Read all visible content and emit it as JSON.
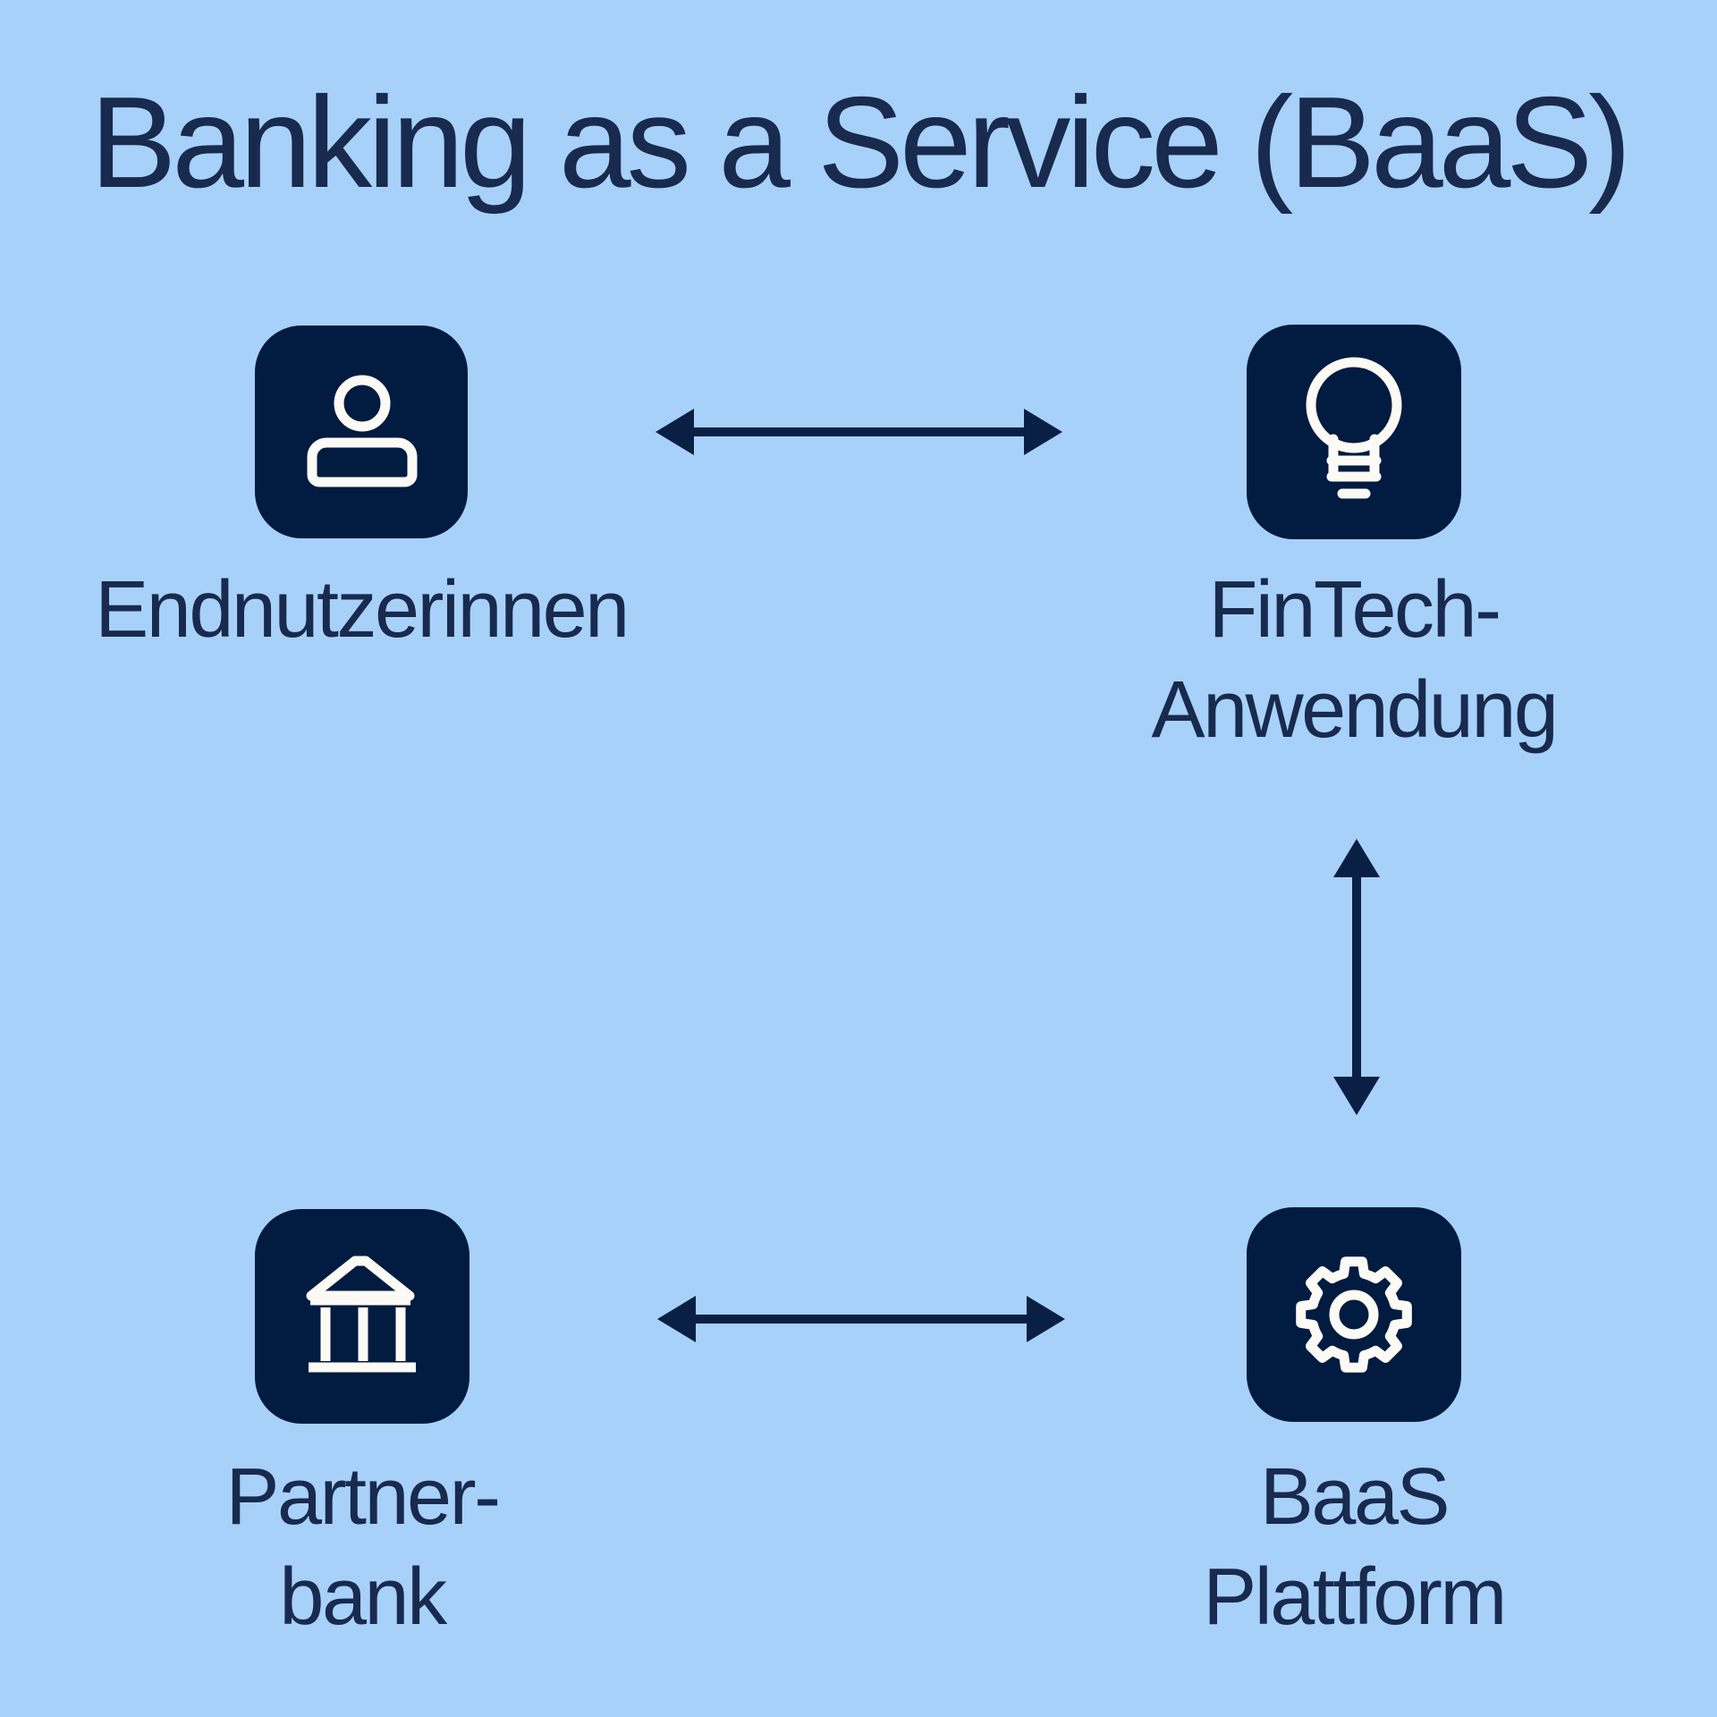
{
  "title": "Banking as a Service (BaaS)",
  "colors": {
    "background": "#A8D1FA",
    "tile": "#021B40",
    "text": "#182A4E",
    "arrow": "#0A1F44",
    "icon_stroke": "#FCFAF4"
  },
  "nodes": [
    {
      "id": "endusers",
      "label": "Endnutzerinnen",
      "icon": "user-icon"
    },
    {
      "id": "fintech",
      "label": "FinTech-\nAnwendung",
      "icon": "lightbulb-icon"
    },
    {
      "id": "partnerbank",
      "label": "Partner-\nbank",
      "icon": "bank-icon"
    },
    {
      "id": "baas-platform",
      "label": "BaaS\nPlattform",
      "icon": "gear-icon"
    }
  ],
  "connections": [
    {
      "from": "endusers",
      "to": "fintech",
      "direction": "bidirectional"
    },
    {
      "from": "fintech",
      "to": "baas-platform",
      "direction": "bidirectional"
    },
    {
      "from": "partnerbank",
      "to": "baas-platform",
      "direction": "bidirectional"
    }
  ]
}
